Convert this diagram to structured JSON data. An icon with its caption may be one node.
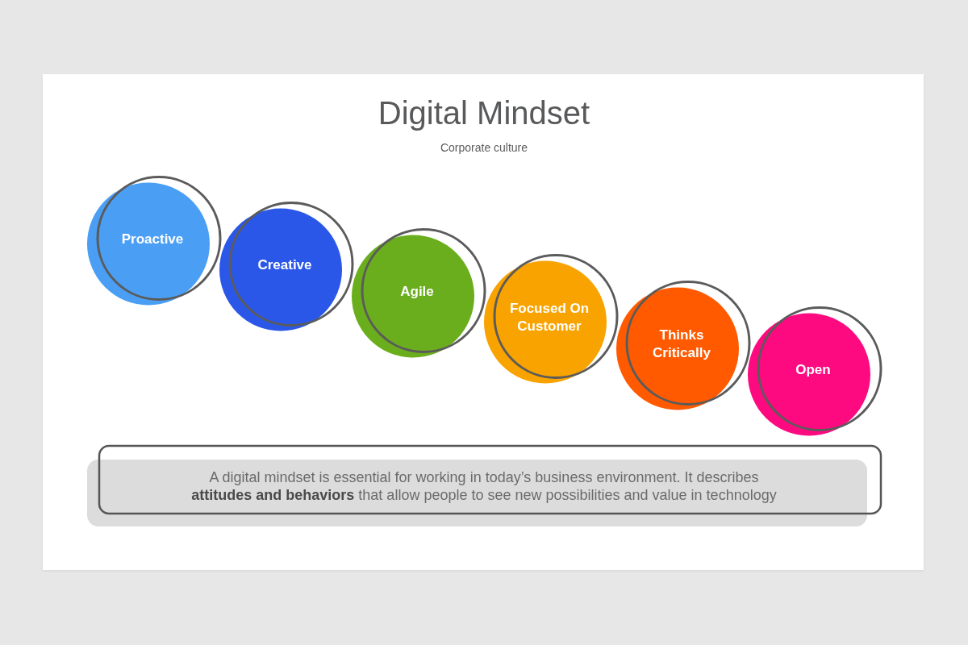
{
  "diagram": {
    "title": "Digital Mindset",
    "nodes": [
      {
        "text": [
          "Proactive"
        ]
      },
      {
        "text": [
          "Creative"
        ]
      },
      {
        "text": [
          "Agile"
        ]
      },
      {
        "text": [
          "Focused On Customer"
        ]
      },
      {
        "text": [
          "Thinks Critically"
        ]
      },
      {
        "text": [
          "Open"
        ]
      },
      {
        "text": [
          "A digital mindset is essential for working in today’s business environment. It describes **attitudes and behaviors** that allow people to see new possibilities and value in technology"
        ]
      }
    ],
    "labels": [
      "Corporate culture"
    ]
  }
}
